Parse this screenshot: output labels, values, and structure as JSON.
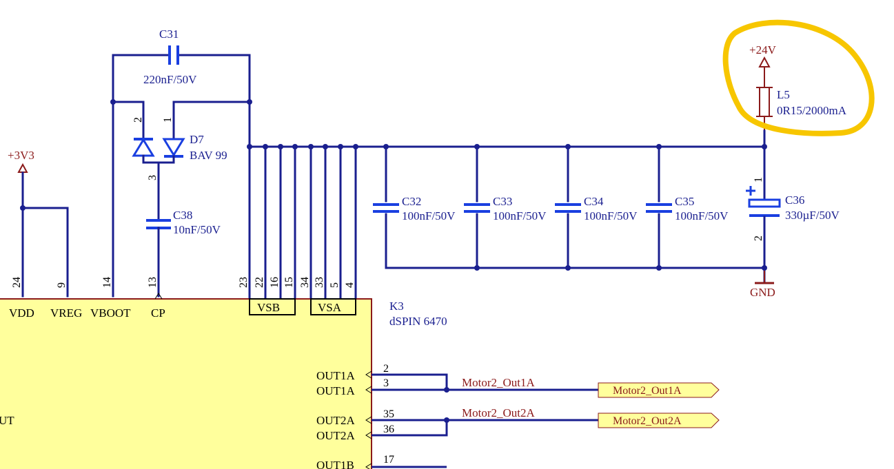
{
  "components": {
    "c31": {
      "ref": "C31",
      "value": "220nF/50V"
    },
    "d7": {
      "ref": "D7",
      "value": "BAV 99"
    },
    "c38": {
      "ref": "C38",
      "value": "10nF/50V"
    },
    "c32": {
      "ref": "C32",
      "value": "100nF/50V"
    },
    "c33": {
      "ref": "C33",
      "value": "100nF/50V"
    },
    "c34": {
      "ref": "C34",
      "value": "100nF/50V"
    },
    "c35": {
      "ref": "C35",
      "value": "100nF/50V"
    },
    "c36": {
      "ref": "C36",
      "value": "330µF/50V",
      "polarity": "+"
    },
    "l5": {
      "ref": "L5",
      "value": "0R15/2000mA"
    },
    "k3": {
      "ref": "K3",
      "value": "dSPIN 6470"
    }
  },
  "power": {
    "v3v3": "+3V3",
    "v24": "+24V",
    "gnd": "GND"
  },
  "pins": {
    "d7_2": "2",
    "d7_1": "1",
    "d7_3": "3",
    "c36_1": "1",
    "c36_2": "2",
    "p24": "24",
    "p9": "9",
    "p14": "14",
    "p13": "13",
    "p23": "23",
    "p22": "22",
    "p16": "16",
    "p15": "15",
    "p34": "34",
    "p33": "33",
    "p5": "5",
    "p4": "4",
    "p2": "2",
    "p3": "3",
    "p35": "35",
    "p36": "36",
    "p17": "17"
  },
  "pin_names": {
    "vdd": "VDD",
    "vreg": "VREG",
    "vboot": "VBOOT",
    "cp": "CP",
    "vsb": "VSB",
    "vsa": "VSA",
    "out1a_1": "OUT1A",
    "out1a_2": "OUT1A",
    "out2a_1": "OUT2A",
    "out2a_2": "OUT2A",
    "out1b": "OUT1B",
    "left_partial": "UT"
  },
  "nets": {
    "out1a_net": "Motor2_Out1A",
    "out2a_net": "Motor2_Out2A"
  },
  "ports": {
    "out1a_port": "Motor2_Out1A",
    "out2a_port": "Motor2_Out2A"
  },
  "annotation": {
    "highlight_color": "#f7c600",
    "target": "L5"
  },
  "colors": {
    "wire": "#1a1f8f",
    "capacitor_plate": "#1a3fe0",
    "power_symbol": "#8b1a1a",
    "ic_body_fill": "#ffff9c",
    "ic_body_border": "#8b1a1a",
    "port_fill": "#ffff9c"
  }
}
